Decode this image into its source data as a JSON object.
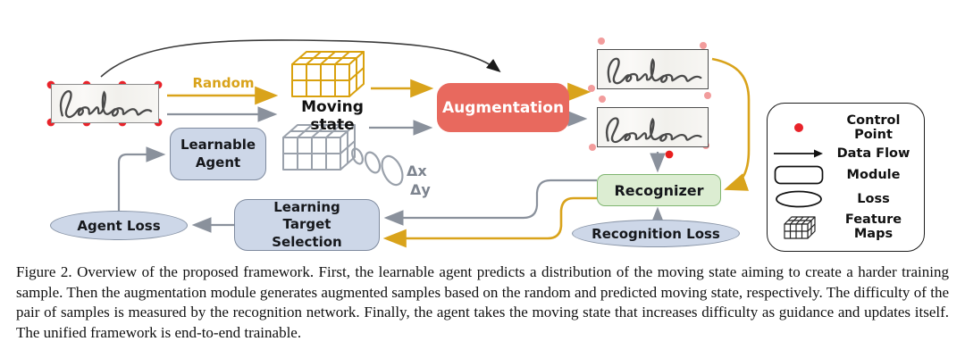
{
  "diagram": {
    "labels": {
      "random": "Random",
      "moving_state": "Moving state",
      "augmentation": "Augmentation",
      "learnable_agent": "Learnable Agent",
      "learning_target_selection": "Learning Target Selection",
      "agent_loss": "Agent Loss",
      "recognizer": "Recognizer",
      "recognition_loss": "Recognition Loss",
      "delta_x": "Δx",
      "delta_y": "Δy"
    },
    "legend": {
      "items": [
        {
          "icon": "control-point-icon",
          "label": "Control Point"
        },
        {
          "icon": "data-flow-icon",
          "label": "Data Flow"
        },
        {
          "icon": "module-icon",
          "label": "Module"
        },
        {
          "icon": "loss-icon",
          "label": "Loss"
        },
        {
          "icon": "feature-maps-icon",
          "label": "Feature Maps"
        }
      ]
    },
    "colors": {
      "gold_flow": "#d9a31b",
      "gray_flow": "#8a919c",
      "augmentation_box": "#e8695e",
      "module_blue_fill": "#cdd7e8",
      "module_blue_border": "#7e8a9e",
      "recognizer_fill": "#dcedd2",
      "recognizer_border": "#7fb570",
      "control_point_red": "#e8232a",
      "control_point_pink": "#f29c9c"
    }
  },
  "caption": {
    "text": "Figure 2. Overview of the proposed framework. First, the learnable agent predicts a distribution of the moving state aiming to create a harder training sample. Then the augmentation module generates augmented samples based on the random and predicted moving state, respectively. The difficulty of the pair of samples is measured by the recognition network. Finally, the agent takes the moving state that increases difficulty as guidance and updates itself. The unified framework is end-to-end trainable."
  }
}
